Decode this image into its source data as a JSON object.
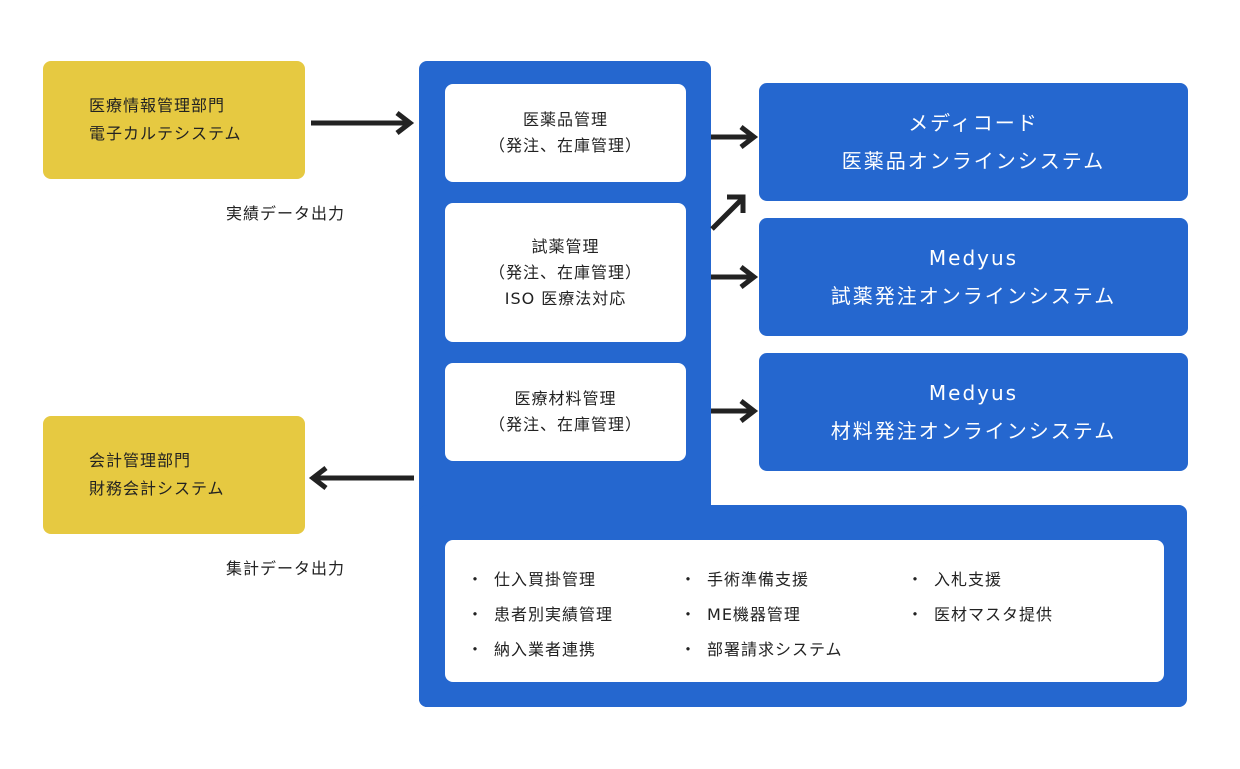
{
  "left": {
    "emr": {
      "line1": "医療情報管理部門",
      "line2": "電子カルテシステム",
      "caption": "実績データ出力"
    },
    "accounting": {
      "line1": "会計管理部門",
      "line2": "財務会計システム",
      "caption": "集計データ出力"
    }
  },
  "middle": {
    "drug": {
      "line1": "医薬品管理",
      "line2": "（発注、在庫管理）"
    },
    "reagent": {
      "line1": "試薬管理",
      "line2": "（発注、在庫管理）",
      "line3": "ISO 医療法対応"
    },
    "material": {
      "line1": "医療材料管理",
      "line2": "（発注、在庫管理）"
    }
  },
  "right": {
    "medicode": {
      "line1": "メディコード",
      "line2": "医薬品オンラインシステム"
    },
    "medyus_reagent": {
      "line1": "Medyus",
      "line2": "試薬発注オンラインシステム"
    },
    "medyus_material": {
      "line1": "Medyus",
      "line2": "材料発注オンラインシステム"
    }
  },
  "services": {
    "bullet": "・",
    "col1": [
      "仕入買掛管理",
      "患者別実績管理",
      "納入業者連携"
    ],
    "col2": [
      "手術準備支援",
      "ME機器管理",
      "部署請求システム"
    ],
    "col3": [
      "入札支援",
      "医材マスタ提供"
    ]
  },
  "colors": {
    "yellow": "#e6c941",
    "blue": "#2567cf",
    "arrow": "#222222",
    "white": "#ffffff"
  }
}
